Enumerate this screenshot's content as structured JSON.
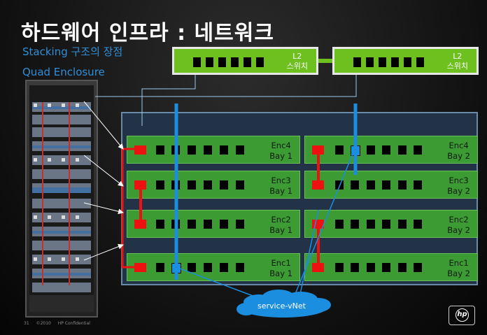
{
  "title": "하드웨어 인프라 : 네트워크",
  "subtitle1": "Stacking 구조의 장점",
  "subtitle2": "Quad Enclosure",
  "switches": [
    {
      "label_top": "L2",
      "label_bottom": "스위치"
    },
    {
      "label_top": "L2",
      "label_bottom": "스위치"
    }
  ],
  "bays": [
    {
      "enc": "Enc4",
      "bay": "Bay 1"
    },
    {
      "enc": "Enc3",
      "bay": "Bay 1"
    },
    {
      "enc": "Enc2",
      "bay": "Bay 1"
    },
    {
      "enc": "Enc1",
      "bay": "Bay 1"
    },
    {
      "enc": "Enc4",
      "bay": "Bay 2"
    },
    {
      "enc": "Enc3",
      "bay": "Bay 2"
    },
    {
      "enc": "Enc2",
      "bay": "Bay 2"
    },
    {
      "enc": "Enc1",
      "bay": "Bay 2"
    }
  ],
  "cloud_label": "service-vNet",
  "footer": {
    "page": "31",
    "copyright": "©2010",
    "confidential": "HP Confidential"
  },
  "logo_text": "hp",
  "colors": {
    "accent_blue": "#2f8fd8",
    "switch_green": "#6ec01e",
    "bay_green": "#3d9b33",
    "stack_red": "#ee1111",
    "panel_bg": "#233347"
  }
}
